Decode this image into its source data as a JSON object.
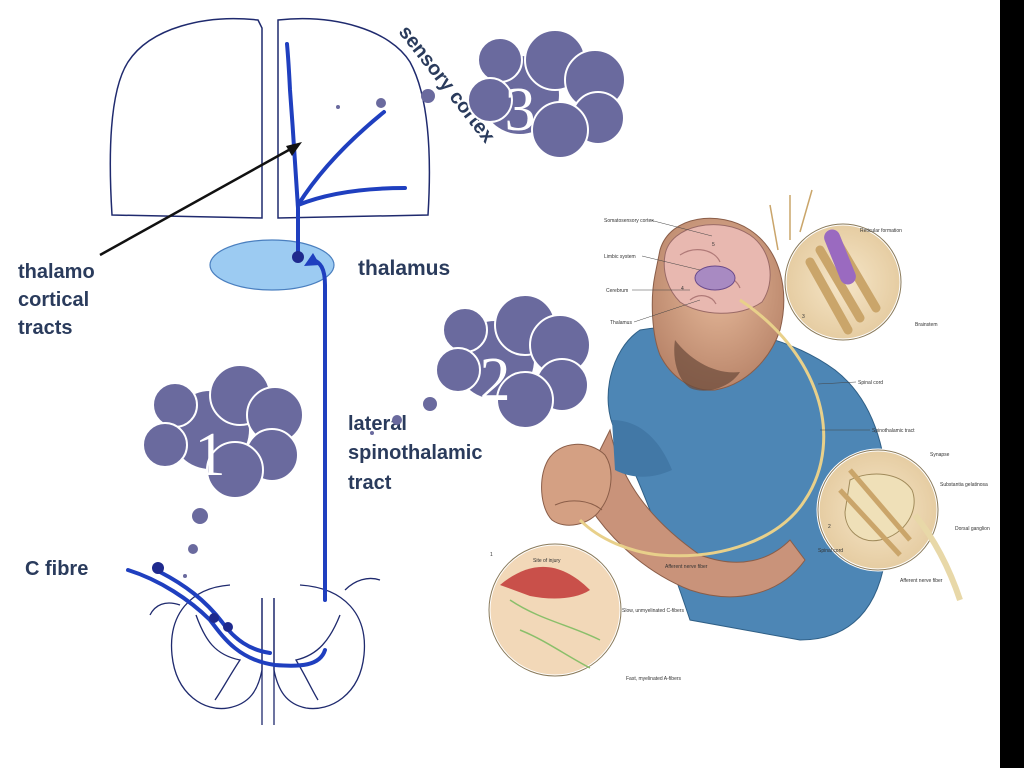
{
  "labels": {
    "sensory_cortex": "sensory cortex",
    "thalamus": "thalamus",
    "thalamo_line1": "thalamo",
    "thalamo_line2": "cortical",
    "thalamo_line3": "tracts",
    "lateral_line1": "lateral",
    "lateral_line2": "spinothalamic",
    "lateral_line3": "tract",
    "c_fibre": "C fibre"
  },
  "callouts": [
    "3",
    "2",
    "1"
  ],
  "illustration": {
    "somatosensory_cortex": "Somatosensory cortex",
    "limbic_system": "Limbic system",
    "cerebrum": "Cerebrum",
    "thalamus": "Thalamus",
    "reticular_formation": "Reticular formation",
    "brainstem": "Brainstem",
    "spinal_cord": "Spinal cord",
    "spinothalamic_tract": "Spinothalamic tract",
    "synapse": "Synapse",
    "substantia_gelatinosa": "Substantia gelatinosa",
    "dorsal_ganglion": "Dorsal ganglion",
    "spinal_cord_inset": "Spinal cord",
    "afferent_nerve_fiber_inset": "Afferent nerve fiber",
    "afferent_nerve_fiber_arm": "Afferent nerve fiber",
    "site_of_injury": "Site of injury",
    "slow_c_fibers": "Slow, unmyelinated C-fibers",
    "fast_a_fibers": "Fast, myelinated A-fibers",
    "inset_1": "1",
    "inset_2": "2",
    "inset_3": "3",
    "brain_num_4": "4",
    "brain_num_5": "5"
  },
  "colors": {
    "pathway": "#1f3fbf",
    "thalamus_fill": "#9ccbf2",
    "cloud": "#6a6a9e",
    "label_text": "#2a3b5c",
    "shirt": "#4d86b5"
  }
}
